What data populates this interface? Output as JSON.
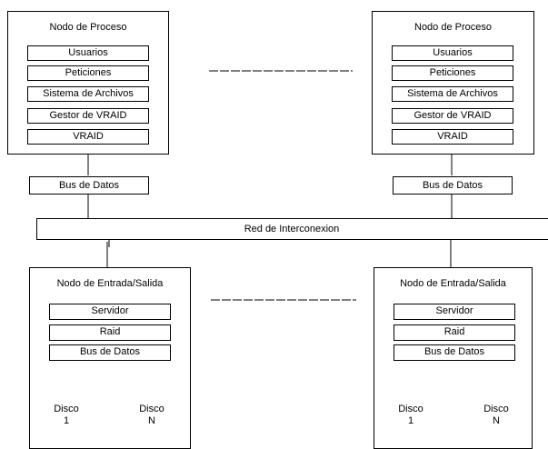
{
  "process_nodes": [
    {
      "title": "Nodo de Proceso",
      "layers": [
        "Usuarios",
        "Peticiones",
        "Sistema de Archivos",
        "Gestor de VRAID",
        "VRAID"
      ],
      "bus": "Bus de Datos"
    },
    {
      "title": "Nodo de Proceso",
      "layers": [
        "Usuarios",
        "Peticiones",
        "Sistema de Archivos",
        "Gestor de VRAID",
        "VRAID"
      ],
      "bus": "Bus de Datos"
    }
  ],
  "network": {
    "label": "Red de Interconexion"
  },
  "io_nodes": [
    {
      "title": "Nodo de Entrada/Salida",
      "layers": [
        "Servidor",
        "Raid",
        "Bus de Datos"
      ],
      "disks": [
        {
          "line1": "Disco",
          "line2": "1"
        },
        {
          "line1": "Disco",
          "line2": "N"
        }
      ]
    },
    {
      "title": "Nodo de Entrada/Salida",
      "layers": [
        "Servidor",
        "Raid",
        "Bus de Datos"
      ],
      "disks": [
        {
          "line1": "Disco",
          "line2": "1"
        },
        {
          "line1": "Disco",
          "line2": "N"
        }
      ]
    }
  ]
}
